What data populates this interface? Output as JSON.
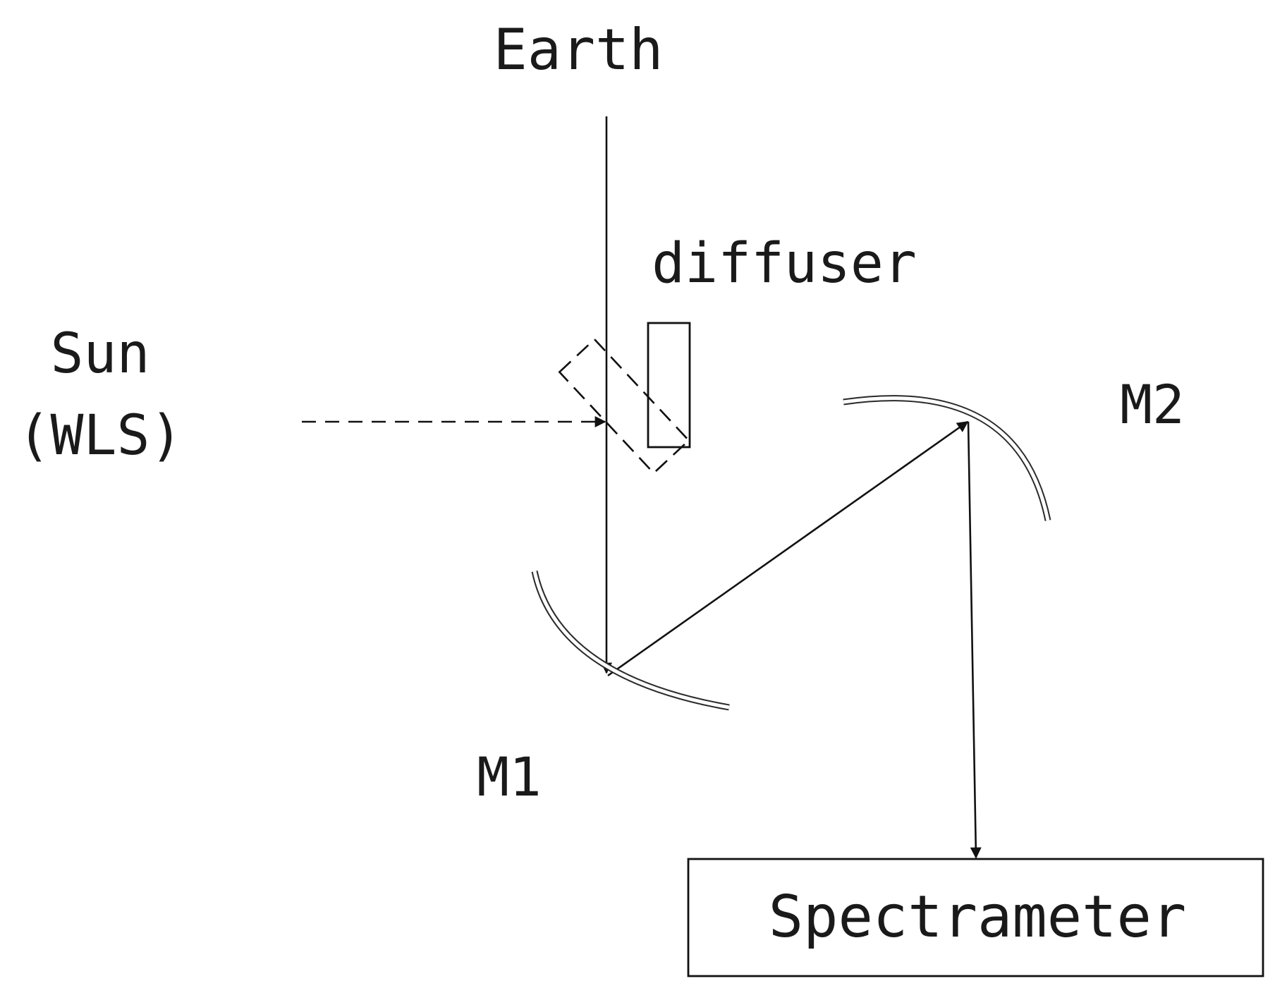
{
  "labels": {
    "earth": "Earth",
    "diffuser": "diffuser",
    "sun_line1": "Sun",
    "sun_line2": "(WLS)",
    "m1": "M1",
    "m2": "M2",
    "spectrometer": "Spectrameter"
  },
  "colors": {
    "line": "#111111",
    "text": "#1a1a1a",
    "background": "#ffffff"
  }
}
